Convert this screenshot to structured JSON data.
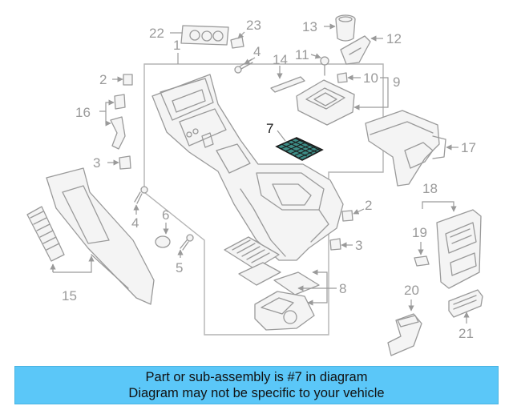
{
  "diagram": {
    "callouts": [
      "22",
      "23",
      "13",
      "12",
      "1",
      "4",
      "11",
      "14",
      "10",
      "9",
      "2",
      "16",
      "7",
      "17",
      "3",
      "2",
      "18",
      "19",
      "6",
      "4",
      "3",
      "5",
      "8",
      "15",
      "20",
      "21"
    ]
  },
  "banner": {
    "line1": "Part or sub-assembly is #7 in diagram",
    "line2": "Diagram may not be specific to your vehicle",
    "color": "#5bc7f8"
  },
  "colors": {
    "line_art": "#9a9a9a",
    "highlight_part": "#3d8c86",
    "highlight_label": "#1a1a1a"
  }
}
